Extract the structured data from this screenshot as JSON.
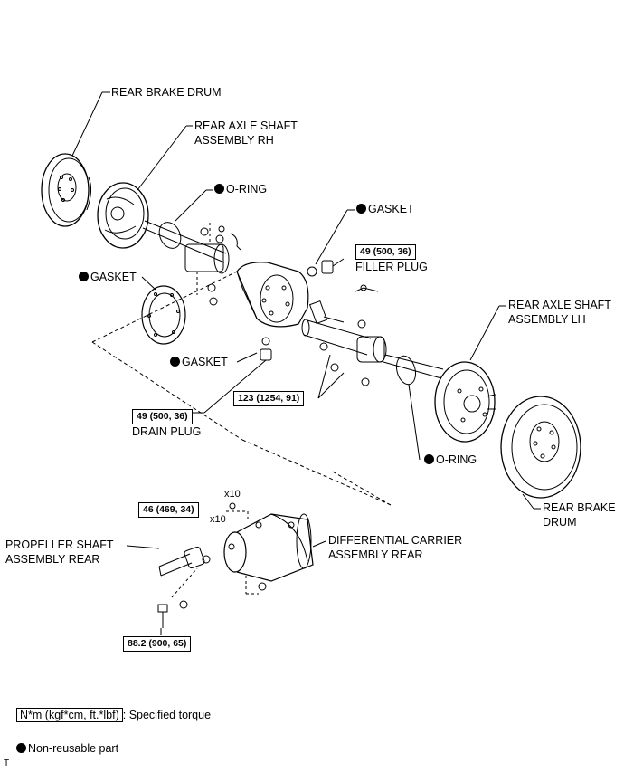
{
  "labels": {
    "rear_brake_drum_rh": "REAR BRAKE DRUM",
    "axle_shaft_rh_line1": "REAR AXLE SHAFT",
    "axle_shaft_rh_line2": "ASSEMBLY RH",
    "o_ring_top": "O-RING",
    "gasket_top": "GASKET",
    "filler_plug": "FILLER PLUG",
    "gasket_left": "GASKET",
    "gasket_mid": "GASKET",
    "drain_plug": "DRAIN PLUG",
    "axle_shaft_lh_line1": "REAR AXLE SHAFT",
    "axle_shaft_lh_line2": "ASSEMBLY LH",
    "o_ring_bottom": "O-RING",
    "rear_brake_drum_lh_line1": "REAR BRAKE",
    "rear_brake_drum_lh_line2": "DRUM",
    "diff_carrier_line1": "DIFFERENTIAL CARRIER",
    "diff_carrier_line2": "ASSEMBLY REAR",
    "propeller_line1": "PROPELLER SHAFT",
    "propeller_line2": "ASSEMBLY REAR",
    "qty_top": "x10",
    "qty_bottom": "x10",
    "corner_mark": "T"
  },
  "torques": {
    "filler_plug": "49 (500, 36)",
    "axle_nuts": "123 (1254, 91)",
    "drain_plug": "49 (500, 36)",
    "carrier_nuts": "46 (469, 34)",
    "propeller_bolt": "88.2 (900, 65)"
  },
  "legend": {
    "torque_unit": "N*m (kgf*cm, ft.*lbf)",
    "torque_text": ": Specified torque",
    "nonreusable_text": "Non-reusable part"
  },
  "icons": {
    "nonreusable": "filled-black-dot-icon"
  }
}
